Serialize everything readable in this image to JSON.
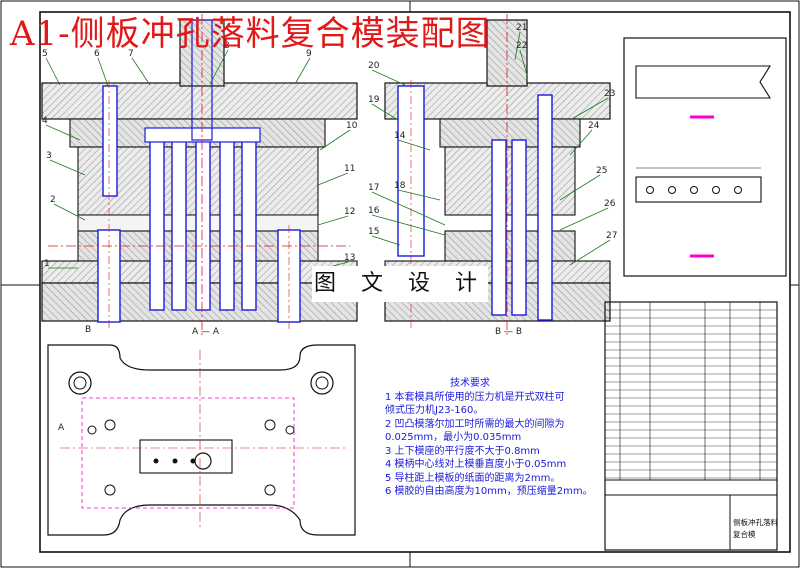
{
  "title": "A1-侧板冲孔落料复合模装配图",
  "watermark": "图 文 设 计",
  "part_numbers": [
    "1",
    "2",
    "3",
    "4",
    "5",
    "6",
    "7",
    "8",
    "9",
    "10",
    "11",
    "12",
    "13",
    "14",
    "15",
    "16",
    "17",
    "18",
    "19",
    "20",
    "21",
    "22",
    "23",
    "24",
    "25",
    "26",
    "27"
  ],
  "section_labels": {
    "aa": "A — A",
    "bb": "B — B",
    "a_marker": "A",
    "b_marker": "B"
  },
  "tech_requirements": {
    "heading": "技术要求",
    "items": [
      "1  本套模具所使用的压力机是开式双柱可",
      "倾式压力机J23-160。",
      "2  凹凸模落尔加工时所需的最大的间隙为",
      "0.025mm，最小为0.035mm",
      "3  上下模座的平行度不大于0.8mm",
      "4  模柄中心线对上模垂直度小于0.05mm",
      "5  导柱距上模板的纸面的距离为2mm。",
      "6  模胶的自由高度为10mm，预压缩量2mm。"
    ]
  },
  "title_block": {
    "name_line1": "侧板冲孔落料",
    "name_line2": "复合模"
  },
  "colors": {
    "outline": "#111111",
    "hidden": "#1a1adc",
    "centerline": "#e01818",
    "part_fill": "#e6e6e6",
    "highlight": "#ff00cc",
    "title": "#e01818"
  }
}
